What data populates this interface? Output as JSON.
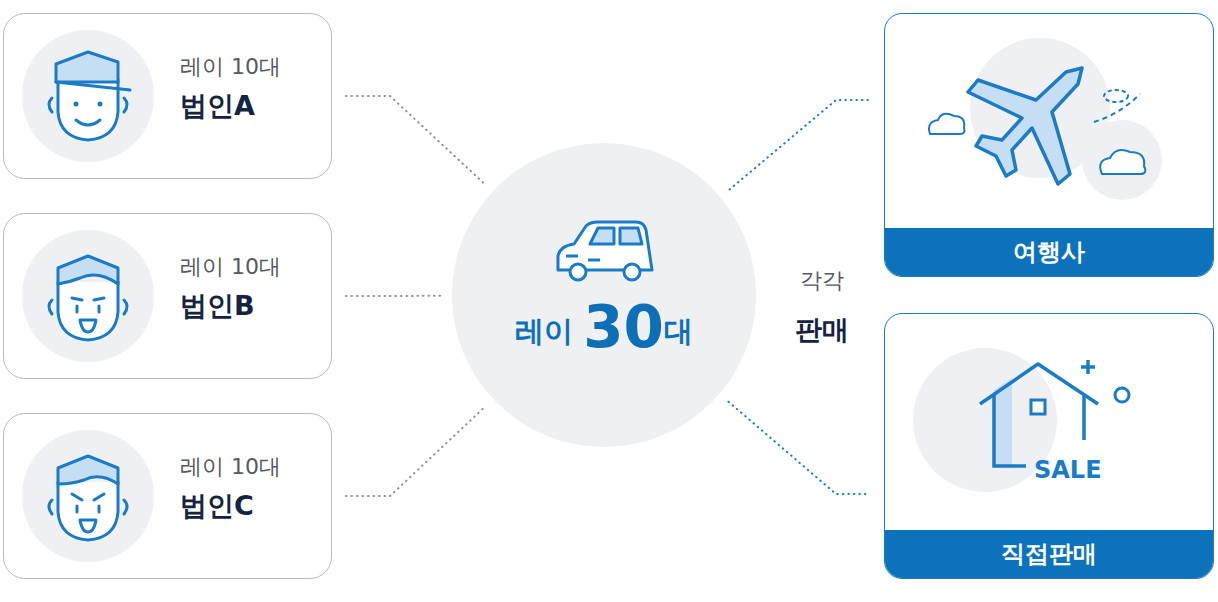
{
  "diagram": {
    "nodes": [
      {
        "text": [
          "레이 10대",
          "법인A"
        ]
      },
      {
        "text": [
          "레이 10대",
          "법인B"
        ]
      },
      {
        "text": [
          "레이 10대",
          "법인C"
        ]
      },
      {
        "text": [
          "레이 30대"
        ]
      },
      {
        "text": [
          "여행사"
        ]
      },
      {
        "text": [
          "직접판매"
        ]
      }
    ],
    "edges": [
      {
        "from": 0,
        "to": 3,
        "arrow": "none"
      },
      {
        "from": 1,
        "to": 3,
        "arrow": "none"
      },
      {
        "from": 2,
        "to": 3,
        "arrow": "none"
      },
      {
        "from": 3,
        "to": 4,
        "arrow": "none"
      },
      {
        "from": 3,
        "to": 5,
        "arrow": "none"
      }
    ],
    "labels": [
      "각각",
      "판매"
    ]
  }
}
